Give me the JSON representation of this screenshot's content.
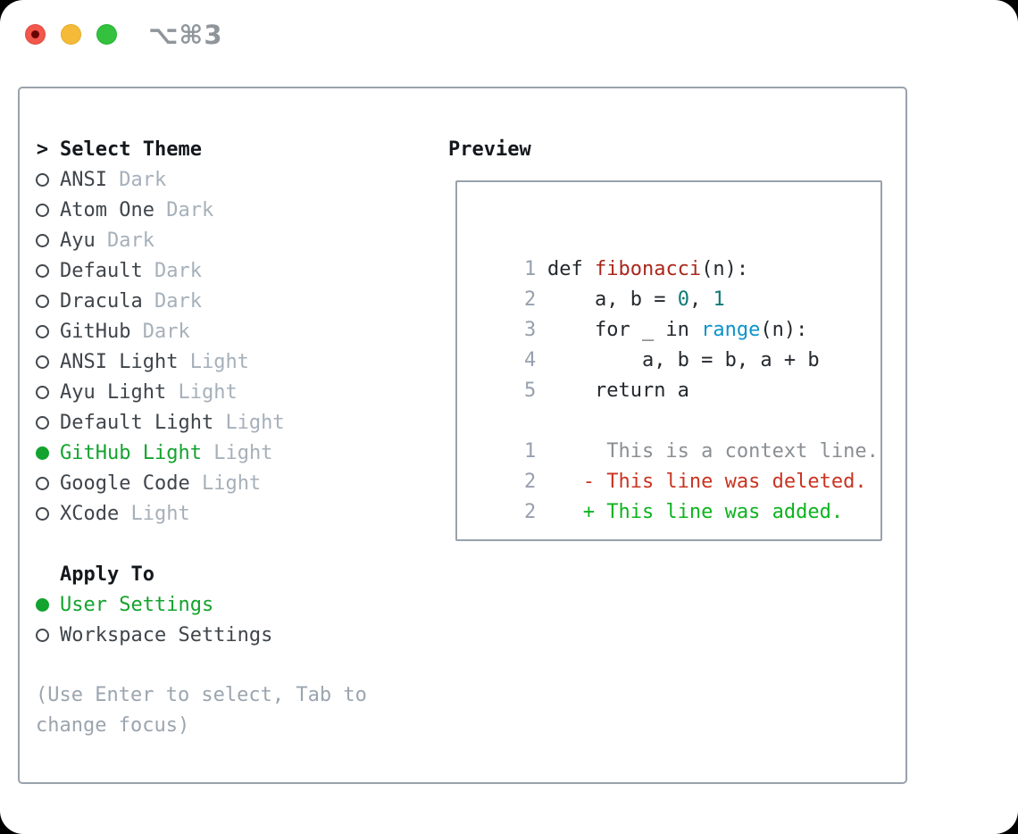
{
  "window": {
    "title": "⌥⌘3",
    "traffic_lights": [
      "close",
      "minimize",
      "zoom"
    ]
  },
  "theme_picker": {
    "prompt": ">",
    "title": "Select Theme",
    "themes": [
      {
        "name": "ANSI",
        "variant": "Dark",
        "selected": false
      },
      {
        "name": "Atom One",
        "variant": "Dark",
        "selected": false
      },
      {
        "name": "Ayu",
        "variant": "Dark",
        "selected": false
      },
      {
        "name": "Default",
        "variant": "Dark",
        "selected": false
      },
      {
        "name": "Dracula",
        "variant": "Dark",
        "selected": false
      },
      {
        "name": "GitHub",
        "variant": "Dark",
        "selected": false
      },
      {
        "name": "ANSI Light",
        "variant": "Light",
        "selected": false
      },
      {
        "name": "Ayu Light",
        "variant": "Light",
        "selected": false
      },
      {
        "name": "Default Light",
        "variant": "Light",
        "selected": false
      },
      {
        "name": "GitHub Light",
        "variant": "Light",
        "selected": true
      },
      {
        "name": "Google Code",
        "variant": "Light",
        "selected": false
      },
      {
        "name": "XCode",
        "variant": "Light",
        "selected": false
      }
    ],
    "apply_to": {
      "title": "Apply To",
      "options": [
        {
          "label": "User Settings",
          "selected": true
        },
        {
          "label": "Workspace Settings",
          "selected": false
        }
      ]
    },
    "hint": "(Use Enter to select, Tab to change focus)"
  },
  "preview": {
    "title": "Preview",
    "lines": [
      {
        "num": "1",
        "segments": [
          {
            "text": "def ",
            "color": "fg"
          },
          {
            "text": "fibonacci",
            "color": "function"
          },
          {
            "text": "(n):",
            "color": "fg"
          }
        ]
      },
      {
        "num": "2",
        "segments": [
          {
            "text": "    a, b = ",
            "color": "fg"
          },
          {
            "text": "0",
            "color": "number"
          },
          {
            "text": ", ",
            "color": "fg"
          },
          {
            "text": "1",
            "color": "number"
          }
        ]
      },
      {
        "num": "3",
        "segments": [
          {
            "text": "    for _ in ",
            "color": "fg"
          },
          {
            "text": "range",
            "color": "builtin"
          },
          {
            "text": "(n):",
            "color": "fg"
          }
        ]
      },
      {
        "num": "4",
        "segments": [
          {
            "text": "        a, b = b, a + b",
            "color": "fg"
          }
        ]
      },
      {
        "num": "5",
        "segments": [
          {
            "text": "    return a",
            "color": "fg"
          }
        ]
      },
      {
        "num": "",
        "segments": []
      },
      {
        "num": "1",
        "segments": [
          {
            "text": "     This is a context line.",
            "color": "context"
          }
        ]
      },
      {
        "num": "2",
        "segments": [
          {
            "text": "   - This line was deleted.",
            "color": "deleted"
          }
        ]
      },
      {
        "num": "2",
        "segments": [
          {
            "text": "   + This line was added.",
            "color": "added"
          }
        ]
      }
    ]
  },
  "colors": {
    "window_bg": "#ffffff",
    "panel_border": "#99a2ac",
    "titlebar_text": "#8f959a",
    "traffic_red": "#f2574c",
    "traffic_red_dot": "#690501",
    "traffic_yellow": "#f5bb38",
    "traffic_green": "#33c13e",
    "heading_text": "#14181c",
    "item_text": "#3f454b",
    "variant_text": "#a6b0ba",
    "hint_text": "#9ba5af",
    "radio_ring": "#42484e",
    "accent_green": "#13a32e",
    "line_number": "#96a0ae",
    "code_fg": "#24292e",
    "code_function": "#aa271b",
    "code_number": "#0e7b74",
    "code_builtin": "#0c93cc",
    "code_context": "#8a8f94",
    "code_deleted": "#ca3421",
    "code_added": "#0cb41e"
  }
}
